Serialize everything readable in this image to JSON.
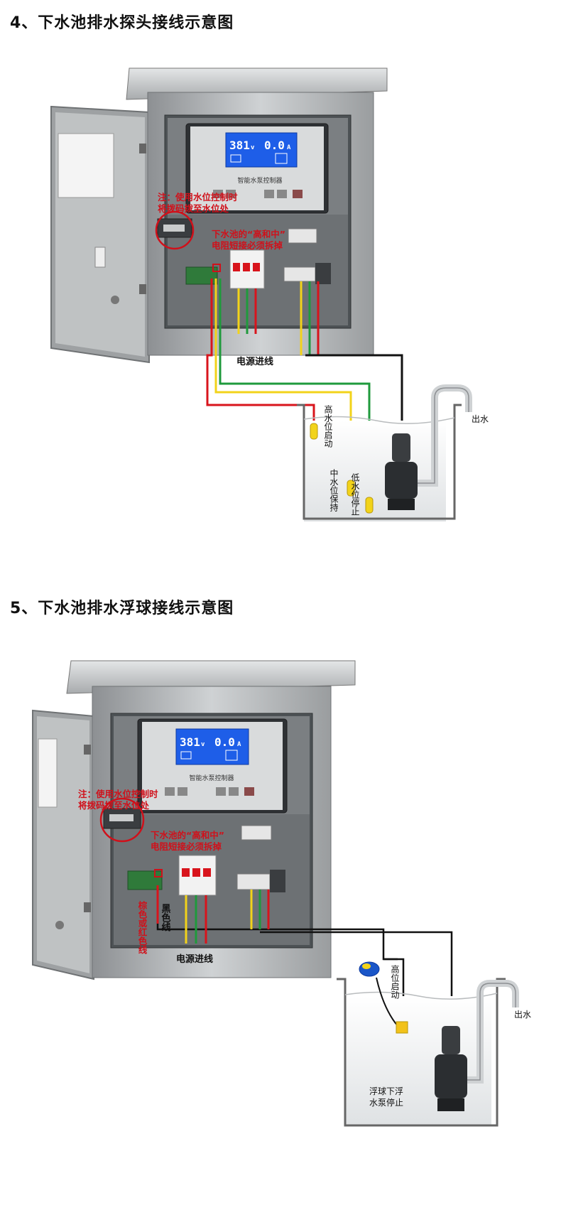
{
  "section4": {
    "title": "4、下水池排水探头接线示意图",
    "note_line1": "注：使用水位控制时",
    "note_line2": "将拨码拨至水位处",
    "warn_line1": "下水池的“高和中”",
    "warn_line2": "电阻短接必须拆掉",
    "lcd_voltage": "381",
    "lcd_voltage_unit": "v",
    "lcd_current": "0.0",
    "lcd_current_unit": "A",
    "panel_name": "智能水泵控制器",
    "power_label": "电源进线",
    "outlet_label": "出水",
    "probe_high": "高水位启动",
    "probe_mid": "中水位保持",
    "probe_low": "低水位停止"
  },
  "section5": {
    "title": "5、下水池排水浮球接线示意图",
    "note_line1": "注：使用水位控制时",
    "note_line2": "将拨码拨至水位处",
    "warn_line1": "下水池的“高和中”",
    "warn_line2": "电阻短接必须拆掉",
    "lcd_voltage": "381",
    "lcd_voltage_unit": "v",
    "lcd_current": "0.0",
    "lcd_current_unit": "A",
    "panel_name": "智能水泵控制器",
    "power_label": "电源进线",
    "outlet_label": "出水",
    "wire_brown_red": "棕色或红色线",
    "wire_black": "黑色线",
    "float_high": "高位启动",
    "float_stop_1": "浮球下浮",
    "float_stop_2": "水泵停止"
  },
  "colors": {
    "wire_red": "#d8141c",
    "wire_yellow": "#f2d31a",
    "wire_green": "#1f9a3c",
    "wire_black": "#111111",
    "lcd_blue": "#1e5ee8",
    "note_red": "#d0101a"
  }
}
